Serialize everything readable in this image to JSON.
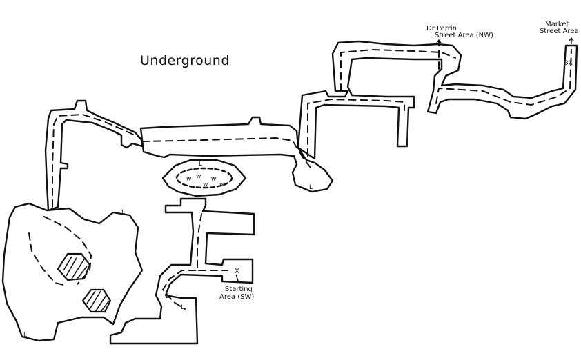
{
  "map": {
    "title": "Underground",
    "areas": {
      "nw_line1": "Dr Perrin",
      "nw_line2": "Street Area (NW)",
      "market_line1": "Market",
      "market_line2": "Street Area",
      "start_line1": "Starting",
      "start_line2": "Area (SW)"
    },
    "markers": {
      "ladder": "L",
      "water": "w",
      "start_x": "X",
      "three_x": "3X"
    }
  }
}
